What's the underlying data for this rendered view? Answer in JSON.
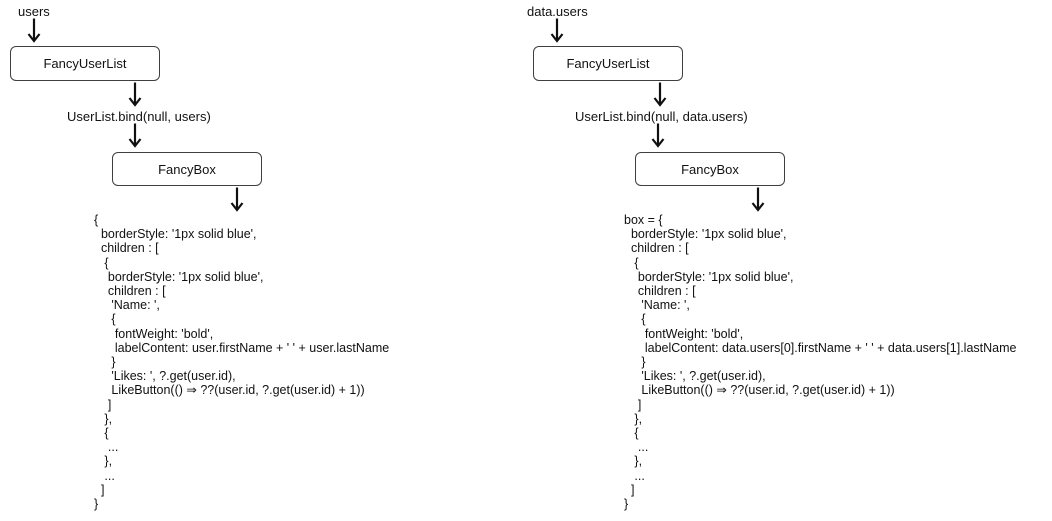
{
  "page": {
    "background_color": "#ffffff",
    "text_color": "#111111",
    "box_border_color": "#3f3f3f"
  },
  "diagrams": [
    {
      "source_label": "users",
      "component_name": "FancyUserList",
      "bind_call": "UserList.bind(null, users)",
      "render_target": "FancyBox",
      "code_lines": [
        "{",
        "  borderStyle: '1px solid blue',",
        "  children : [",
        "   {",
        "    borderStyle: '1px solid blue',",
        "    children : [",
        "     'Name: ',",
        "     {",
        "      fontWeight: 'bold',",
        "      labelContent: user.firstName + ' ' + user.lastName",
        "     }",
        "     'Likes: ', ?.get(user.id),",
        "     LikeButton(() ⇒ ??(user.id, ?.get(user.id) + 1))",
        "    ]",
        "   },",
        "   {",
        "    ...",
        "   },",
        "   ...",
        "  ]",
        "}"
      ]
    },
    {
      "source_label": "data.users",
      "component_name": "FancyUserList",
      "bind_call": "UserList.bind(null, data.users)",
      "render_target": "FancyBox",
      "code_lines": [
        "box = {",
        "  borderStyle: '1px solid blue',",
        "  children : [",
        "   {",
        "    borderStyle: '1px solid blue',",
        "    children : [",
        "     'Name: ',",
        "     {",
        "      fontWeight: 'bold',",
        "      labelContent: data.users[0].firstName + ' ' + data.users[1].lastName",
        "     }",
        "     'Likes: ', ?.get(user.id),",
        "     LikeButton(() ⇒ ??(user.id, ?.get(user.id) + 1))",
        "    ]",
        "   },",
        "   {",
        "    ...",
        "   },",
        "   ...",
        "  ]",
        "}"
      ]
    }
  ]
}
